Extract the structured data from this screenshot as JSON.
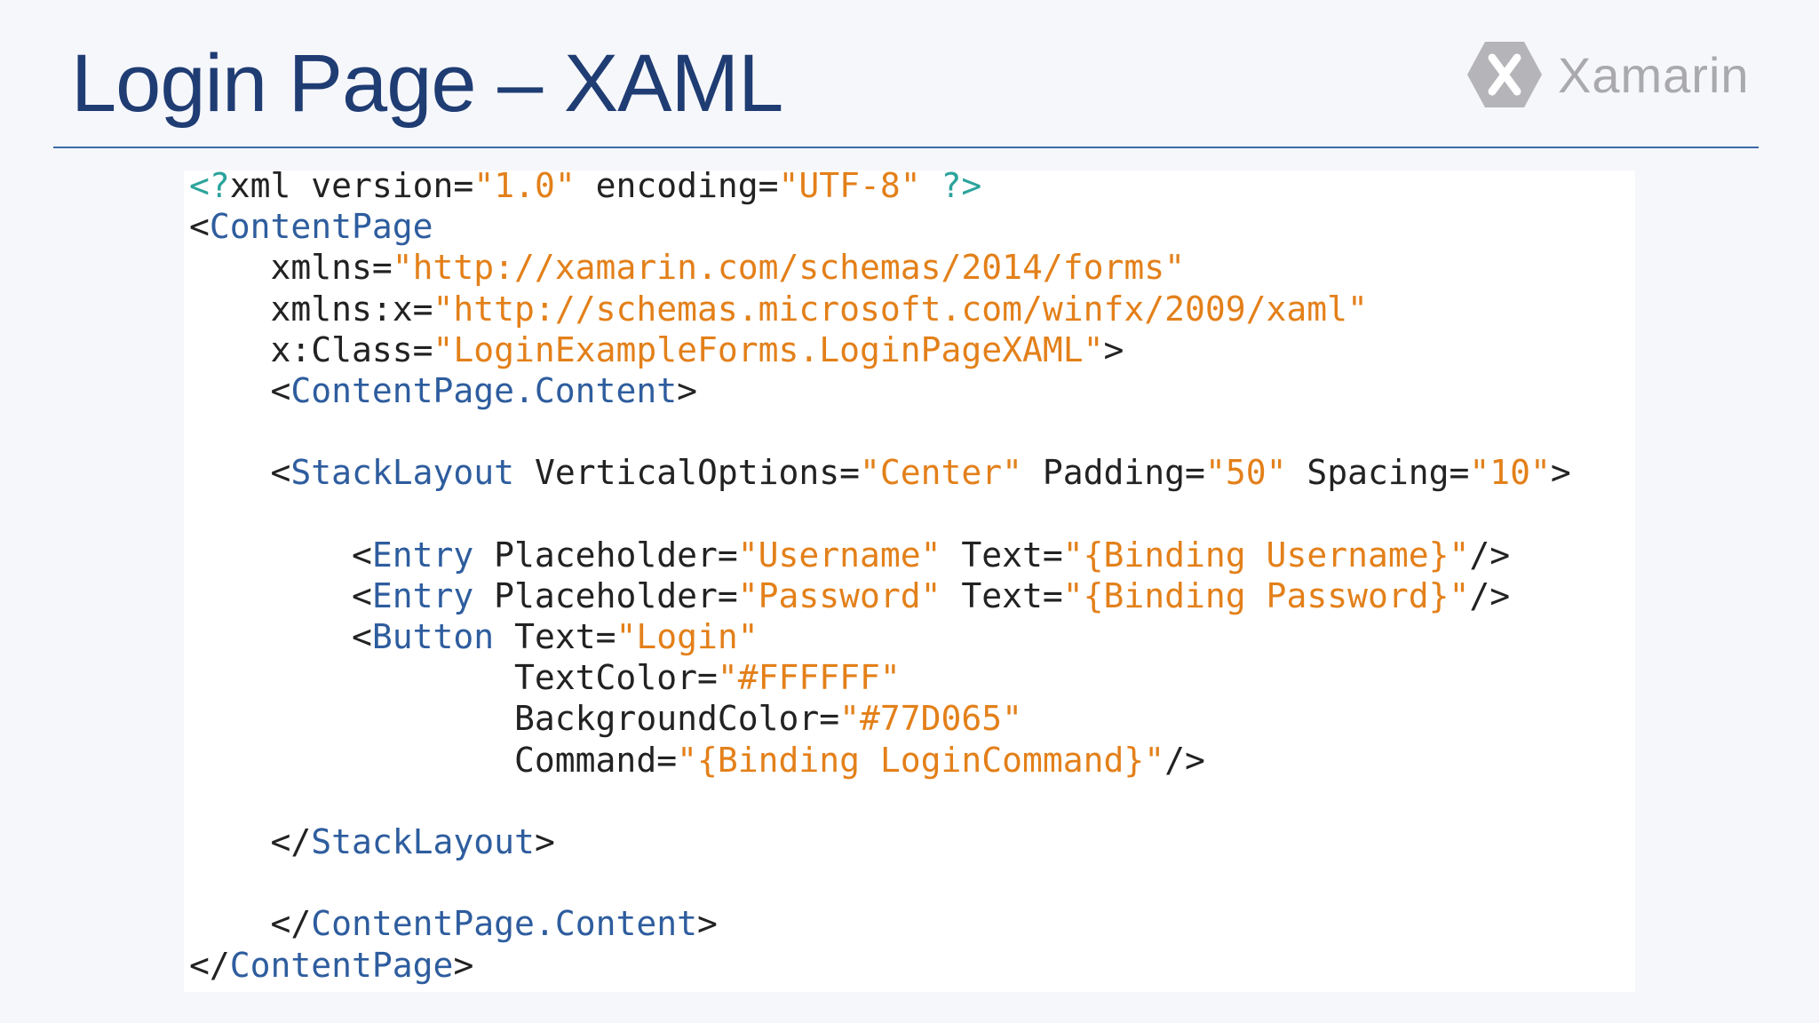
{
  "slide": {
    "title": "Login Page – XAML",
    "brand": "Xamarin",
    "logo_icon": "xamarin-hexagon-x-icon",
    "colors": {
      "title": "#1f3c73",
      "tag": "#2e5d9e",
      "string": "#e3801a",
      "pi": "#2ba39c",
      "rule": "#3d6aa6"
    }
  },
  "code_lines": [
    [
      [
        "pi",
        "<?"
      ],
      [
        "plain",
        "xml version="
      ],
      [
        "str",
        "\"1.0\""
      ],
      [
        "plain",
        " encoding="
      ],
      [
        "str",
        "\"UTF-8\""
      ],
      [
        "pi",
        " ?>"
      ]
    ],
    [
      [
        "plain",
        "<"
      ],
      [
        "tag",
        "ContentPage"
      ]
    ],
    [
      [
        "plain",
        "    xmlns="
      ],
      [
        "str",
        "\"http://xamarin.com/schemas/2014/forms\""
      ]
    ],
    [
      [
        "plain",
        "    xmlns:x="
      ],
      [
        "str",
        "\"http://schemas.microsoft.com/winfx/2009/xaml\""
      ]
    ],
    [
      [
        "plain",
        "    x:Class="
      ],
      [
        "str",
        "\"LoginExampleForms.LoginPageXAML\""
      ],
      [
        "plain",
        ">"
      ]
    ],
    [
      [
        "plain",
        "    <"
      ],
      [
        "tag",
        "ContentPage.Content"
      ],
      [
        "plain",
        ">"
      ]
    ],
    [],
    [
      [
        "plain",
        "    <"
      ],
      [
        "tag",
        "StackLayout"
      ],
      [
        "plain",
        " VerticalOptions="
      ],
      [
        "str",
        "\"Center\""
      ],
      [
        "plain",
        " Padding="
      ],
      [
        "str",
        "\"50\""
      ],
      [
        "plain",
        " Spacing="
      ],
      [
        "str",
        "\"10\""
      ],
      [
        "plain",
        ">"
      ]
    ],
    [],
    [
      [
        "plain",
        "        <"
      ],
      [
        "tag",
        "Entry"
      ],
      [
        "plain",
        " Placeholder="
      ],
      [
        "str",
        "\"Username\""
      ],
      [
        "plain",
        " Text="
      ],
      [
        "str",
        "\"{Binding Username}\""
      ],
      [
        "plain",
        "/>"
      ]
    ],
    [
      [
        "plain",
        "        <"
      ],
      [
        "tag",
        "Entry"
      ],
      [
        "plain",
        " Placeholder="
      ],
      [
        "str",
        "\"Password\""
      ],
      [
        "plain",
        " Text="
      ],
      [
        "str",
        "\"{Binding Password}\""
      ],
      [
        "plain",
        "/>"
      ]
    ],
    [
      [
        "plain",
        "        <"
      ],
      [
        "tag",
        "Button"
      ],
      [
        "plain",
        " Text="
      ],
      [
        "str",
        "\"Login\""
      ]
    ],
    [
      [
        "plain",
        "                TextColor="
      ],
      [
        "str",
        "\"#FFFFFF\""
      ]
    ],
    [
      [
        "plain",
        "                BackgroundColor="
      ],
      [
        "str",
        "\"#77D065\""
      ]
    ],
    [
      [
        "plain",
        "                Command="
      ],
      [
        "str",
        "\"{Binding LoginCommand}\""
      ],
      [
        "plain",
        "/>"
      ]
    ],
    [],
    [
      [
        "plain",
        "    </"
      ],
      [
        "tag",
        "StackLayout"
      ],
      [
        "plain",
        ">"
      ]
    ],
    [],
    [
      [
        "plain",
        "    </"
      ],
      [
        "tag",
        "ContentPage.Content"
      ],
      [
        "plain",
        ">"
      ]
    ],
    [
      [
        "plain",
        "</"
      ],
      [
        "tag",
        "ContentPage"
      ],
      [
        "plain",
        ">"
      ]
    ]
  ]
}
